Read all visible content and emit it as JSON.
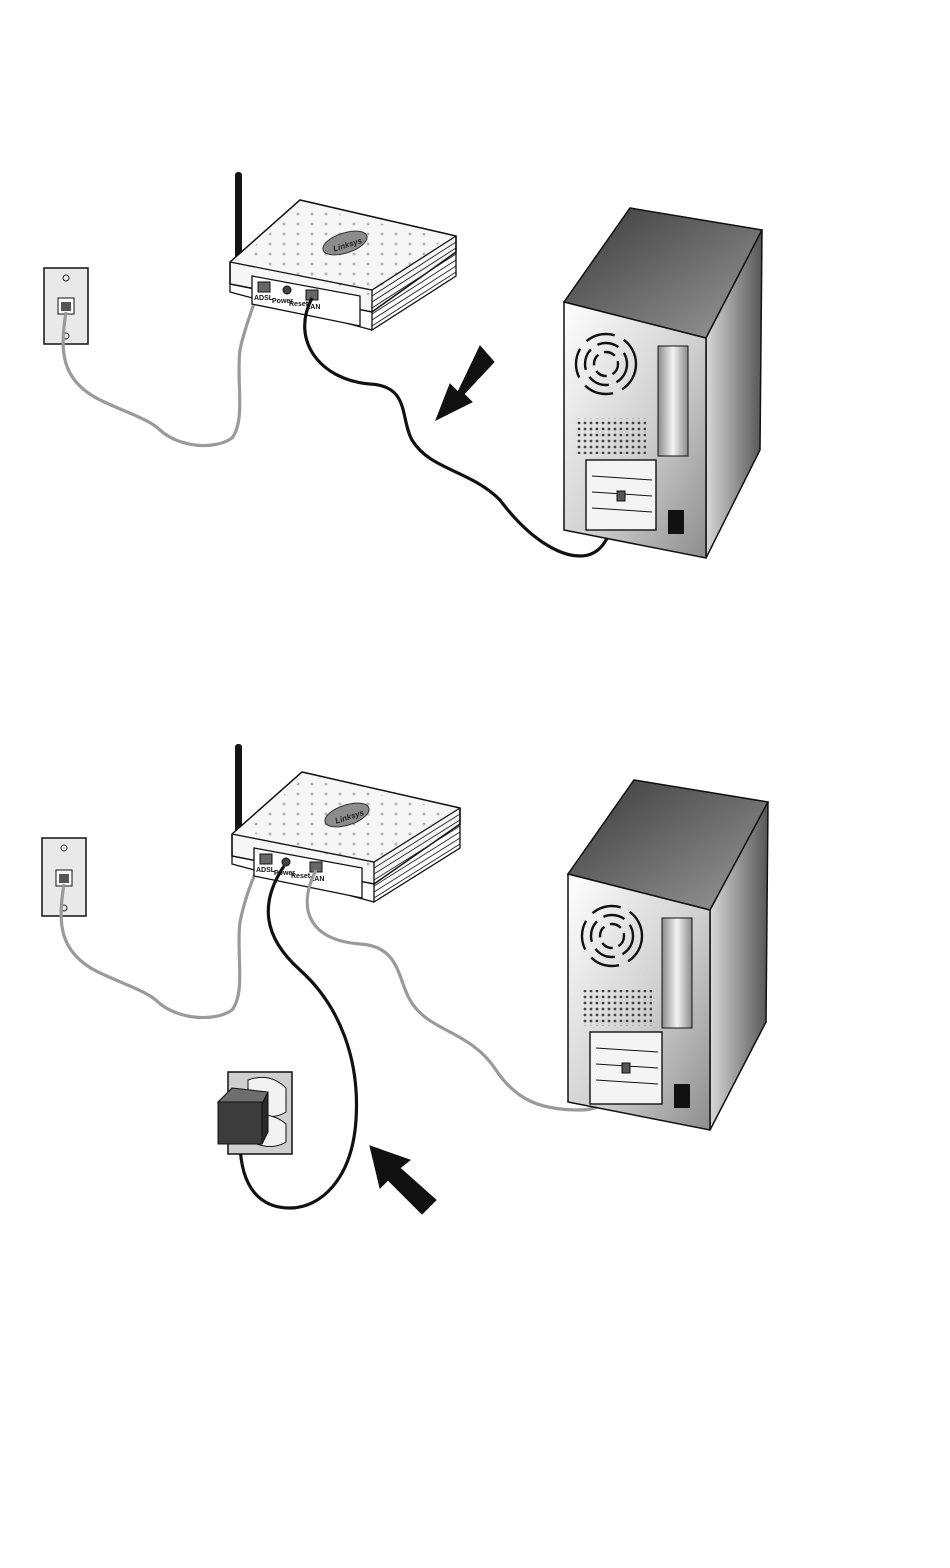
{
  "router": {
    "logo": "Linksys",
    "port_labels": {
      "adsl": "ADSL",
      "power": "Power",
      "reset": "Reset",
      "lan": "LAN"
    }
  },
  "panels": [
    {
      "id": "ethernet-step",
      "arrow_direction": "down-left"
    },
    {
      "id": "power-step",
      "arrow_direction": "up-left"
    }
  ],
  "colors": {
    "outline": "#111111",
    "phone_cable": "#9a9a9a",
    "ethernet_cable_step1": "#111111",
    "ethernet_cable_step2": "#9a9a9a",
    "power_cable": "#111111",
    "arrow": "#111111",
    "tower_gradient_light": "#f2f2f2",
    "tower_gradient_dark": "#6a6a6a"
  }
}
